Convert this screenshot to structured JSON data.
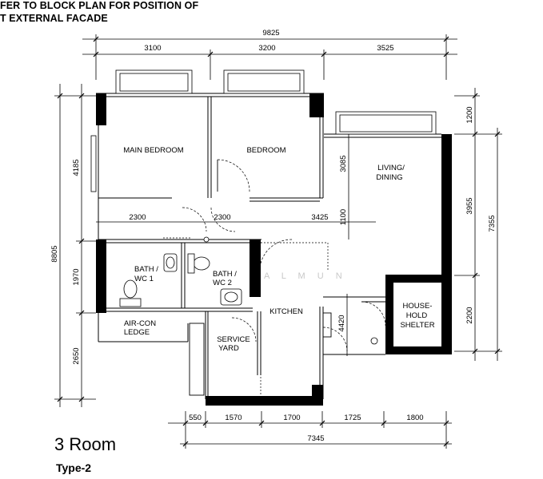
{
  "header": {
    "line1": "FER TO BLOCK PLAN FOR POSITION OF",
    "line2": "T EXTERNAL FACADE"
  },
  "title": "3 Room",
  "subtitle": "Type-2",
  "watermark": "A L M U N",
  "rooms": {
    "main_bedroom": "MAIN BEDROOM",
    "bedroom": "BEDROOM",
    "living_1": "LIVING/",
    "living_2": "DINING",
    "bath1_1": "BATH /",
    "bath1_2": "WC 1",
    "bath2_1": "BATH /",
    "bath2_2": "WC 2",
    "kitchen": "KITCHEN",
    "aircon_1": "AIR-CON",
    "aircon_2": "LEDGE",
    "service_1": "SERVICE",
    "service_2": "YARD",
    "shelter_1": "HOUSE-",
    "shelter_2": "HOLD",
    "shelter_3": "SHELTER"
  },
  "dimensions": {
    "top_total": "9825",
    "top_1": "3100",
    "top_2": "3200",
    "top_3": "3525",
    "mid_1": "2300",
    "mid_2": "2300",
    "mid_3": "3425",
    "bottom_1": "550",
    "bottom_2": "1570",
    "bottom_3": "1700",
    "bottom_4": "1725",
    "bottom_5": "1800",
    "bottom_total": "7345",
    "left_total": "8805",
    "left_1": "4185",
    "left_2": "1970",
    "left_3": "2650",
    "right_1": "1200",
    "right_2": "3955",
    "right_3": "2200",
    "right_total": "7355",
    "inner_1": "3085",
    "inner_2": "1100",
    "inner_3": "4420"
  }
}
